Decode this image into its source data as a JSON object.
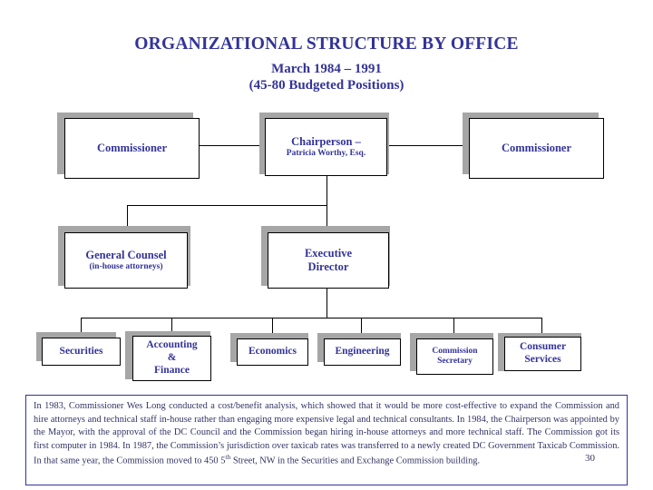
{
  "title": {
    "main": "ORGANIZATIONAL STRUCTURE BY OFFICE",
    "subtitle_1": "March 1984 – 1991",
    "subtitle_2": "(45-80 Budgeted Positions)"
  },
  "colors": {
    "heading": "#333399",
    "body_text": "#333366",
    "box_border": "#000000",
    "box_fill": "#ffffff",
    "box_shadow": "#a6a6a6",
    "connector": "#000000"
  },
  "chart_data": {
    "type": "org-chart",
    "title": "ORGANIZATIONAL STRUCTURE BY OFFICE",
    "levels": [
      {
        "level": 1,
        "nodes": [
          {
            "id": "commissioner-left",
            "line1": "Commissioner",
            "line2": ""
          },
          {
            "id": "chairperson",
            "line1": "Chairperson –",
            "line2": "Patricia Worthy, Esq."
          },
          {
            "id": "commissioner-right",
            "line1": "Commissioner",
            "line2": ""
          }
        ]
      },
      {
        "level": 2,
        "nodes": [
          {
            "id": "general-counsel",
            "line1": "General Counsel",
            "line2": "(in-house attorneys)"
          },
          {
            "id": "executive-director",
            "line1": "Executive",
            "line2": "Director"
          }
        ]
      },
      {
        "level": 3,
        "nodes": [
          {
            "id": "securities",
            "line1": "Securities",
            "line2": "",
            "line3": ""
          },
          {
            "id": "accounting-finance",
            "line1": "Accounting",
            "line2": "&",
            "line3": "Finance"
          },
          {
            "id": "economics",
            "line1": "Economics",
            "line2": "",
            "line3": ""
          },
          {
            "id": "engineering",
            "line1": "Engineering",
            "line2": "",
            "line3": ""
          },
          {
            "id": "commission-secretary",
            "line1": "Commission",
            "line2": "Secretary",
            "line3": ""
          },
          {
            "id": "consumer-services",
            "line1": "Consumer",
            "line2": "Services",
            "line3": ""
          }
        ]
      }
    ]
  },
  "nodes": {
    "commissioner_left": {
      "line1": "Commissioner",
      "line2": ""
    },
    "chairperson": {
      "line1": "Chairperson –",
      "line2": "Patricia Worthy, Esq."
    },
    "commissioner_right": {
      "line1": "Commissioner",
      "line2": ""
    },
    "general_counsel": {
      "line1": "General Counsel",
      "line2": "(in-house attorneys)"
    },
    "executive_director": {
      "line1": "Executive",
      "line2": "Director"
    },
    "securities": {
      "line1": "Securities",
      "line2": "",
      "line3": ""
    },
    "accounting_finance": {
      "line1": "Accounting",
      "line2": "&",
      "line3": "Finance"
    },
    "economics": {
      "line1": "Economics",
      "line2": "",
      "line3": ""
    },
    "engineering": {
      "line1": "Engineering",
      "line2": "",
      "line3": ""
    },
    "commission_secretary": {
      "line1": "Commission",
      "line2": "Secretary",
      "line3": ""
    },
    "consumer_services": {
      "line1": "Consumer",
      "line2": "Services",
      "line3": ""
    }
  },
  "note": {
    "paragraph_1": "In 1983, Commissioner Wes Long conducted a cost/benefit analysis, which showed that it would be more cost-effective to expand the Commission and hire attorneys and technical staff in-house rather than engaging more expensive legal and technical consultants. In 1984, the Chairperson was appointed by the Mayor, with the approval of the DC Council and the Commission began hiring in-house attorneys and more technical staff. The Commission got its first computer in 1984. In 1987, the Commission’s jurisdiction over taxicab rates was transferred to a newly created DC Government Taxicab Commission. In that same year, the Commission moved to 450 5",
    "ordinal_suffix": "th",
    "paragraph_2": " Street, NW in the Securities and Exchange Commission building."
  },
  "page_number": "30"
}
